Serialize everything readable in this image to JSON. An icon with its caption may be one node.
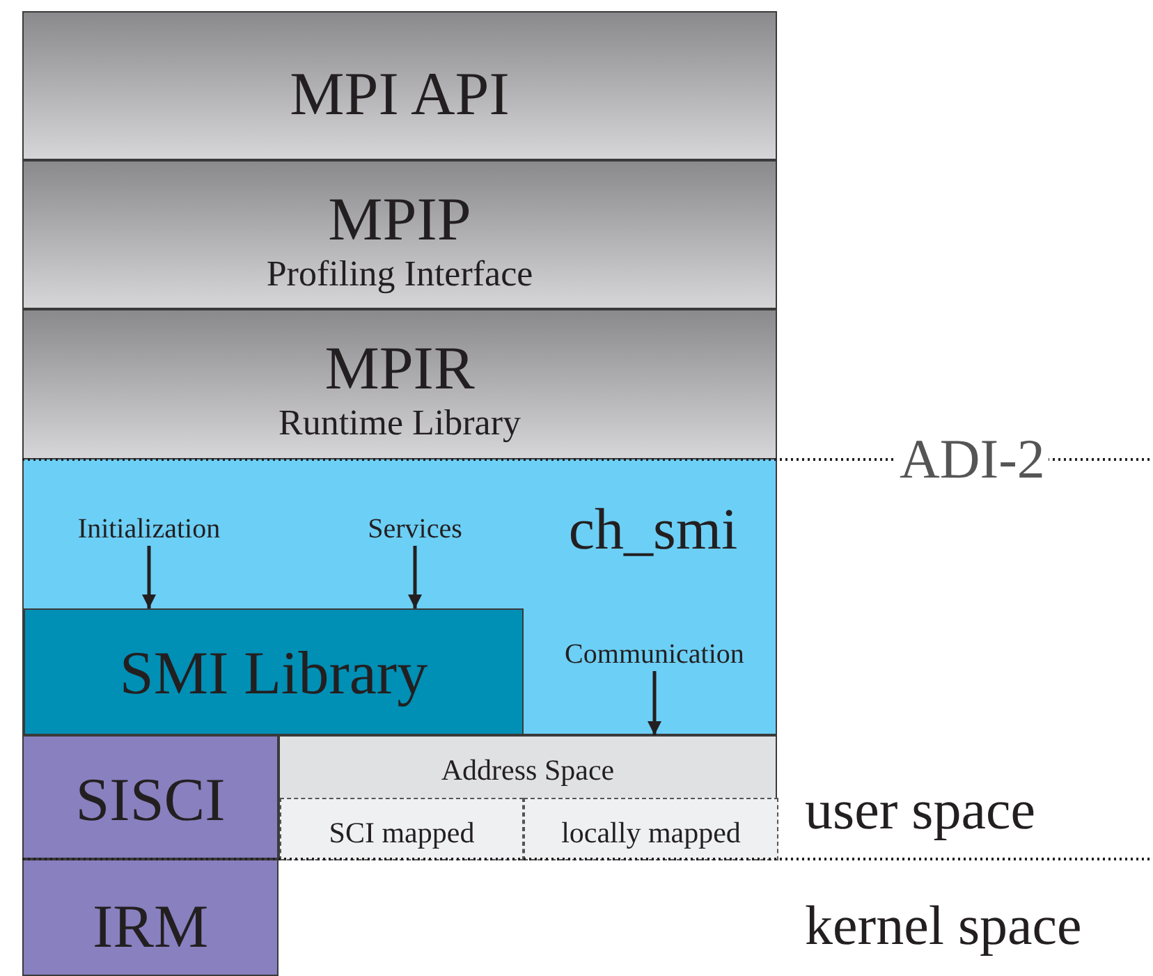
{
  "diagram": {
    "nodes": [
      {
        "text": [
          "MPI API"
        ]
      },
      {
        "text": [
          "MPIP",
          "Profiling Interface"
        ]
      },
      {
        "text": [
          "MPIR",
          "Runtime Library"
        ]
      },
      {
        "text": [
          "ch_smi"
        ]
      },
      {
        "text": [
          "Initialization"
        ],
        "in": 3
      },
      {
        "text": [
          "Services"
        ],
        "in": 3
      },
      {
        "text": [
          "SMI Library"
        ],
        "in": 3
      },
      {
        "text": [
          "Communication"
        ],
        "in": 3
      },
      {
        "text": [
          "SISCI"
        ]
      },
      {
        "text": [
          "Address Space"
        ]
      },
      {
        "text": [
          "SCI mapped"
        ],
        "in": 9
      },
      {
        "text": [
          "locally mapped"
        ],
        "in": 9
      },
      {
        "text": [
          "IRM"
        ]
      }
    ],
    "edges": [
      {
        "from": 4,
        "to": 6,
        "arrow": "to"
      },
      {
        "from": 5,
        "to": 6,
        "arrow": "to"
      },
      {
        "from": 7,
        "to": 9,
        "arrow": "to"
      }
    ],
    "labels": [
      "ADI-2",
      "user space",
      "kernel space"
    ]
  }
}
